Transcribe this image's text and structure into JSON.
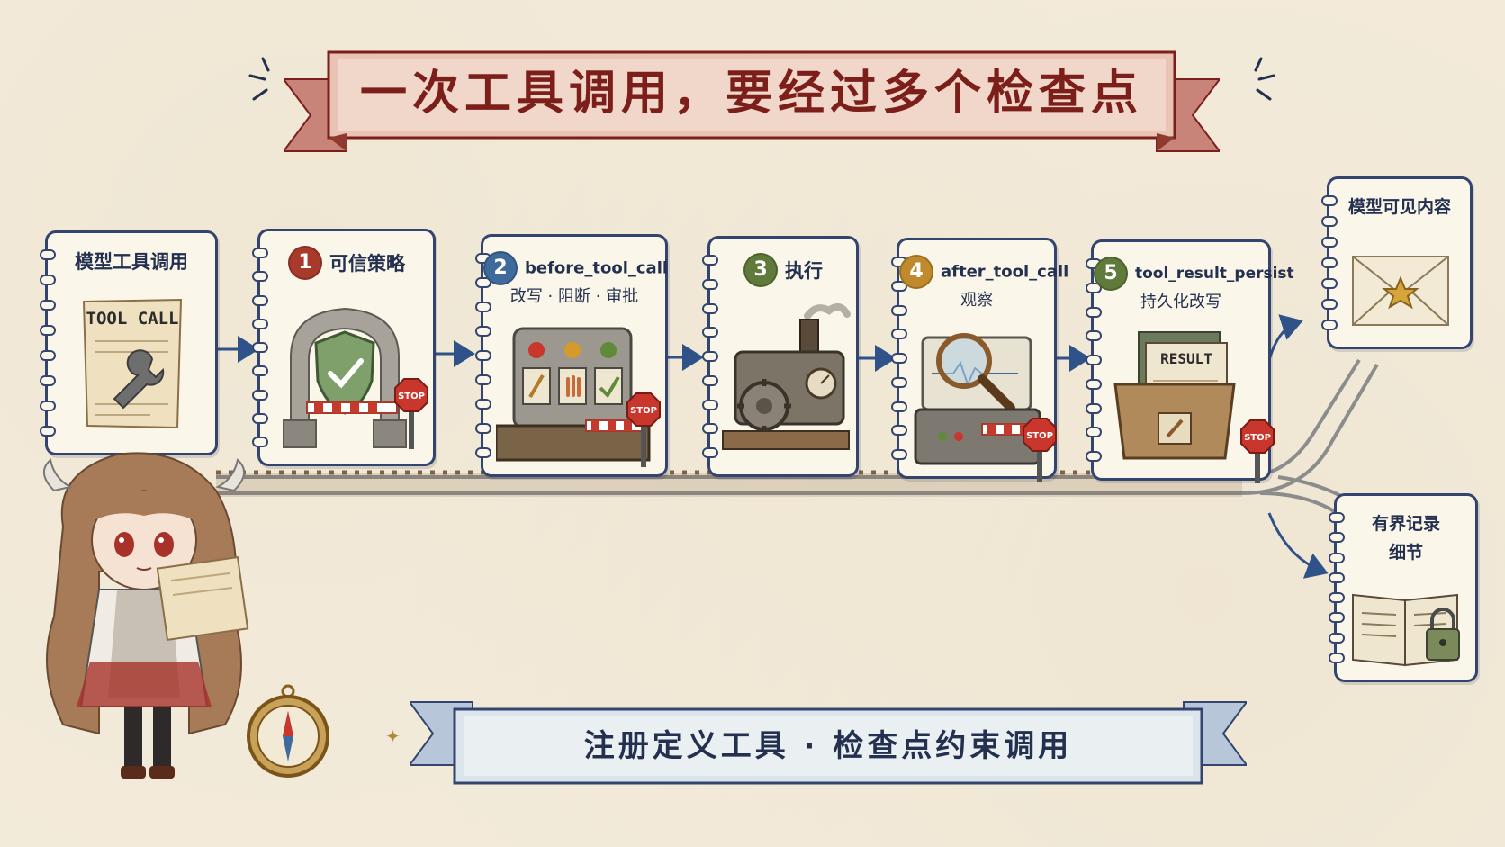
{
  "title": "一次工具调用，要经过多个检查点",
  "cards": {
    "start": {
      "label": "模型工具调用",
      "art_text": "TOOL CALL"
    },
    "step1": {
      "num": "1",
      "label": "可信策略",
      "color": "#a83a2c"
    },
    "step2": {
      "num": "2",
      "label": "before_tool_call",
      "sub": "改写 · 阻断 · 审批",
      "color": "#3f6a9c"
    },
    "step3": {
      "num": "3",
      "label": "执行",
      "color": "#5f7a3a"
    },
    "step4": {
      "num": "4",
      "label": "after_tool_call",
      "sub": "观察",
      "color": "#c08a2c"
    },
    "step5": {
      "num": "5",
      "label": "tool_result_persist",
      "sub": "持久化改写",
      "color": "#5f7a3a",
      "art_text": "RESULT"
    },
    "out_visible": {
      "label": "模型可见内容"
    },
    "out_bounded": {
      "label1": "有界记录",
      "label2": "细节"
    }
  },
  "stop_sign": "STOP",
  "bottom_banner": "注册定义工具 · 检查点约束调用",
  "colors": {
    "ink": "#23304f",
    "card_border": "#33456e",
    "title_red": "#7c1e1a",
    "paper": "#f4ecdc"
  },
  "icons": [
    "tool-call-scroll-icon",
    "wrench-icon",
    "shield-check-icon",
    "stone-gate-icon",
    "control-panel-icon",
    "steam-engine-icon",
    "magnifier-icon",
    "result-crate-icon",
    "envelope-star-icon",
    "book-lock-icon",
    "stop-sign-icon",
    "compass-icon"
  ]
}
